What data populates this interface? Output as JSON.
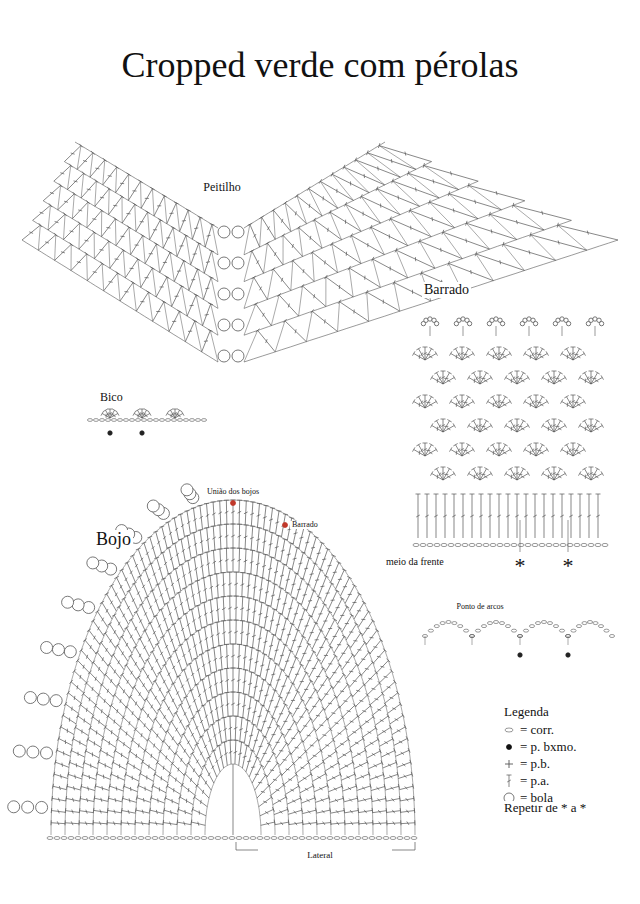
{
  "diagram": {
    "title": "Cropped verde com pérolas",
    "labels": [
      "Peitilho",
      "Barrado",
      "Bico",
      "União dos bojos",
      "Barrado",
      "Bojo",
      "meio da frente",
      "*",
      "*",
      "Ponto de arcos",
      "Legenda",
      "Repetir de * a *",
      "Lateral"
    ],
    "legend": [
      {
        "text": "= corr."
      },
      {
        "text": "= p. bxmo."
      },
      {
        "text": "= p.b."
      },
      {
        "text": "= p.a."
      },
      {
        "text": "= bola"
      }
    ]
  }
}
